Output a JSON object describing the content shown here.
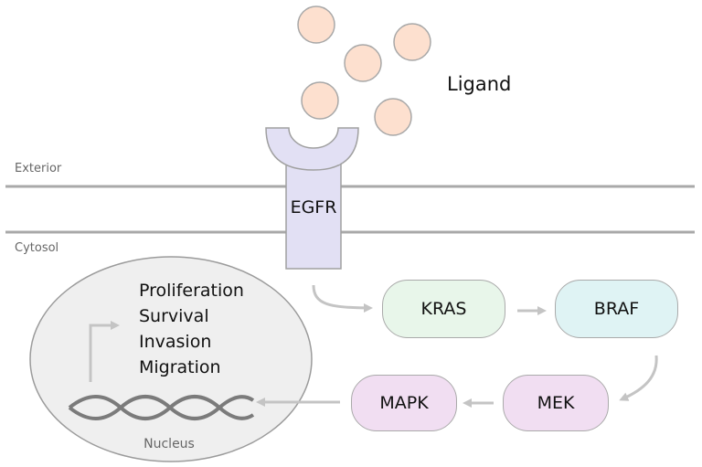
{
  "labels": {
    "ligand": "Ligand",
    "exterior": "Exterior",
    "cytosol": "Cytosol",
    "receptor": "EGFR",
    "nucleus": "Nucleus"
  },
  "pathway": [
    {
      "id": "kras",
      "label": "KRAS",
      "color": "#e8f6ea"
    },
    {
      "id": "braf",
      "label": "BRAF",
      "color": "#dff3f4"
    },
    {
      "id": "mek",
      "label": "MEK",
      "color": "#f1def2"
    },
    {
      "id": "mapk",
      "label": "MAPK",
      "color": "#f1def2"
    }
  ],
  "outcomes": [
    "Proliferation",
    "Survival",
    "Invasion",
    "Migration"
  ],
  "colors": {
    "ligand_fill": "#fde0cf",
    "ligand_stroke": "#a8a8a8",
    "receptor_fill": "#e2e0f4",
    "membrane": "#a9a9a9",
    "nucleus_fill": "#efefef",
    "arrow": "#c4c4c4",
    "dna": "#7b7b7b"
  }
}
